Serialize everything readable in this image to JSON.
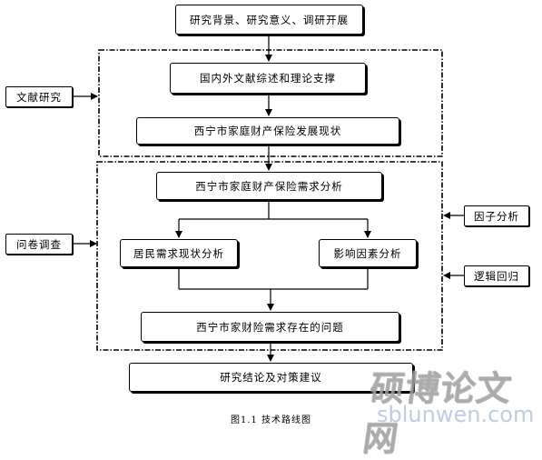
{
  "nodes": {
    "research_background": "研究背景、研究意义、调研开展",
    "literature_review": "国内外文献综述和理论支撑",
    "insurance_status": "西宁市家庭财产保险发展现状",
    "demand_analysis": "西宁市家庭财产保险需求分析",
    "resident_demand": "居民需求现状分析",
    "influencing_factors": "影响因素分析",
    "demand_problems": "西宁市家财险需求存在的问题",
    "conclusion": "研究结论及对策建议"
  },
  "methods": {
    "literature_research": "文献研究",
    "questionnaire": "问卷调查",
    "factor_analysis": "因子分析",
    "logistic_regression": "逻辑回归"
  },
  "caption": "图1.1 技术路线图",
  "watermark": {
    "chinese": "硕博论文网",
    "url": "sblunwen.com"
  }
}
